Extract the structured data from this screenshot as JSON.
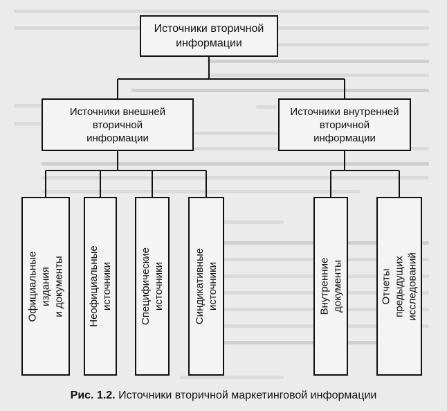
{
  "diagram": {
    "root": "Источники вторичной\nинформации",
    "branches": [
      {
        "label": "Источники внешней\nвторичной\nинформации",
        "children": [
          "Официальные издания\nи документы",
          "Неофициальные источники",
          "Специфические источники",
          "Синдикативные источники"
        ]
      },
      {
        "label": "Источники внутренней\nвторичной\nинформации",
        "children": [
          "Внутренние документы",
          "Отчеты предыдущих\nисследований"
        ]
      }
    ]
  },
  "caption": {
    "number": "Рис. 1.2.",
    "text": "Источники вторичной маркетинговой информации"
  },
  "colors": {
    "line": "#111111",
    "box_fill": "#f4f4f4",
    "paper": "#ebebeb"
  }
}
